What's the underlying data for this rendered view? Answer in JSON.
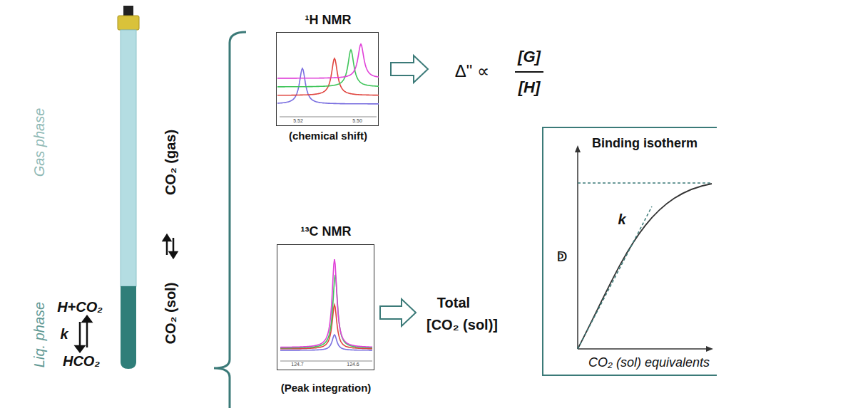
{
  "diagram": {
    "nodes": [
      {
        "text": [
          "¹H NMR",
          "5.52",
          "5.50",
          "(chemical shift)"
        ]
      },
      {
        "text": [
          "¹³C NMR",
          "124.7",
          "124.6",
          "(Peak integration)"
        ]
      },
      {
        "text": [
          "Binding isotherm",
          "ↁ",
          "k",
          "CO₂ (sol) equivalents"
        ]
      }
    ],
    "labels": [
      "Gas phase",
      "Liq. phase",
      "H+CO₂",
      "k",
      "HCO₂",
      "CO₂ (gas)",
      "CO₂ (sol)",
      "Δ\" ∝",
      "[G]",
      "[H]",
      "Total",
      "[CO₂ (sol)]"
    ]
  }
}
